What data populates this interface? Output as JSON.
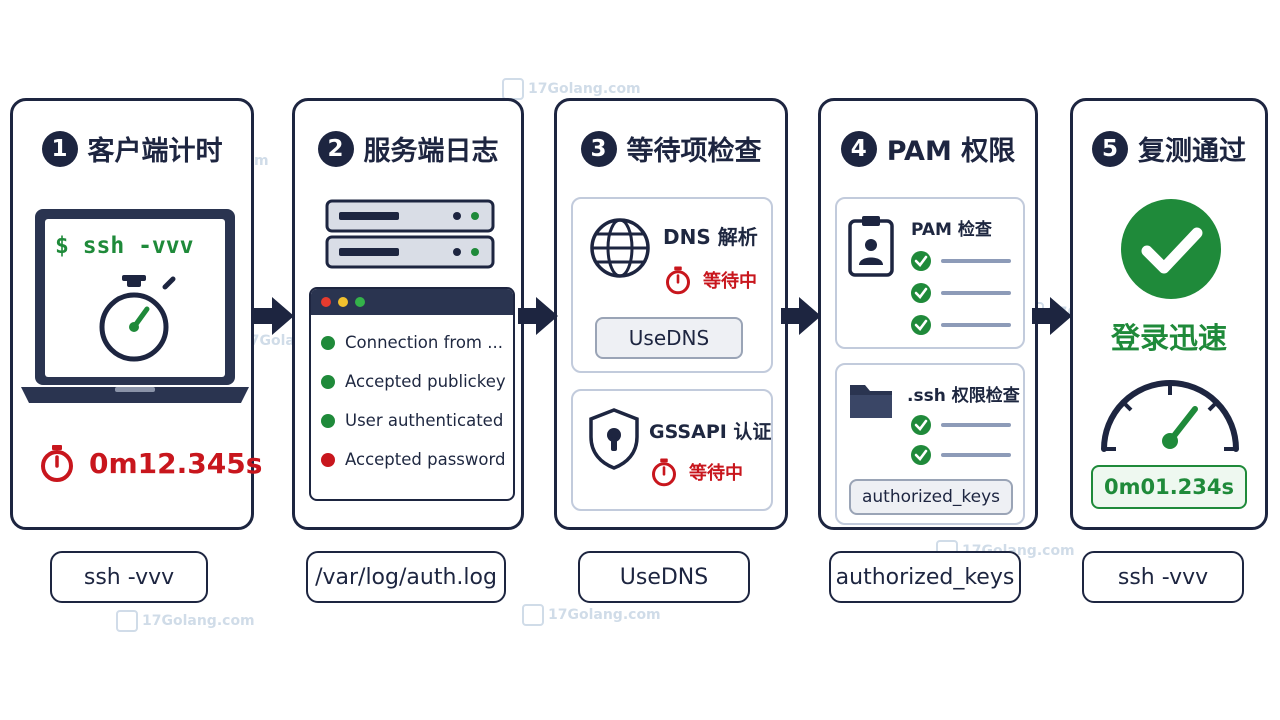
{
  "watermark": "17Golang.com",
  "steps": [
    {
      "num": "1",
      "title": "客户端计时",
      "terminal_command": "$ ssh -vvv",
      "elapsed": "0m12.345s",
      "caption": "ssh -vvv"
    },
    {
      "num": "2",
      "title": "服务端日志",
      "log_lines": [
        "Connection from ...",
        "Accepted publickey",
        "User authenticated",
        "Accepted password"
      ],
      "caption": "/var/log/auth.log"
    },
    {
      "num": "3",
      "title": "等待项检查",
      "dns_label": "DNS 解析",
      "dns_status": "等待中",
      "dns_option": "UseDNS",
      "gssapi_label": "GSSAPI 认证",
      "gssapi_status": "等待中",
      "caption": "UseDNS"
    },
    {
      "num": "4",
      "title": "PAM 权限",
      "pam_check_label": "PAM 检查",
      "ssh_perm_label": ".ssh 权限检查",
      "ssh_file": "authorized_keys",
      "caption": "authorized_keys"
    },
    {
      "num": "5",
      "title": "复测通过",
      "result": "登录迅速",
      "elapsed": "0m01.234s",
      "caption": "ssh -vvv"
    }
  ],
  "colors": {
    "navy": "#1d2540",
    "red": "#c8161d",
    "green": "#1f8a3a",
    "log_dot_ok": "#1f8a3a",
    "log_dot_error": "#c8161d"
  }
}
